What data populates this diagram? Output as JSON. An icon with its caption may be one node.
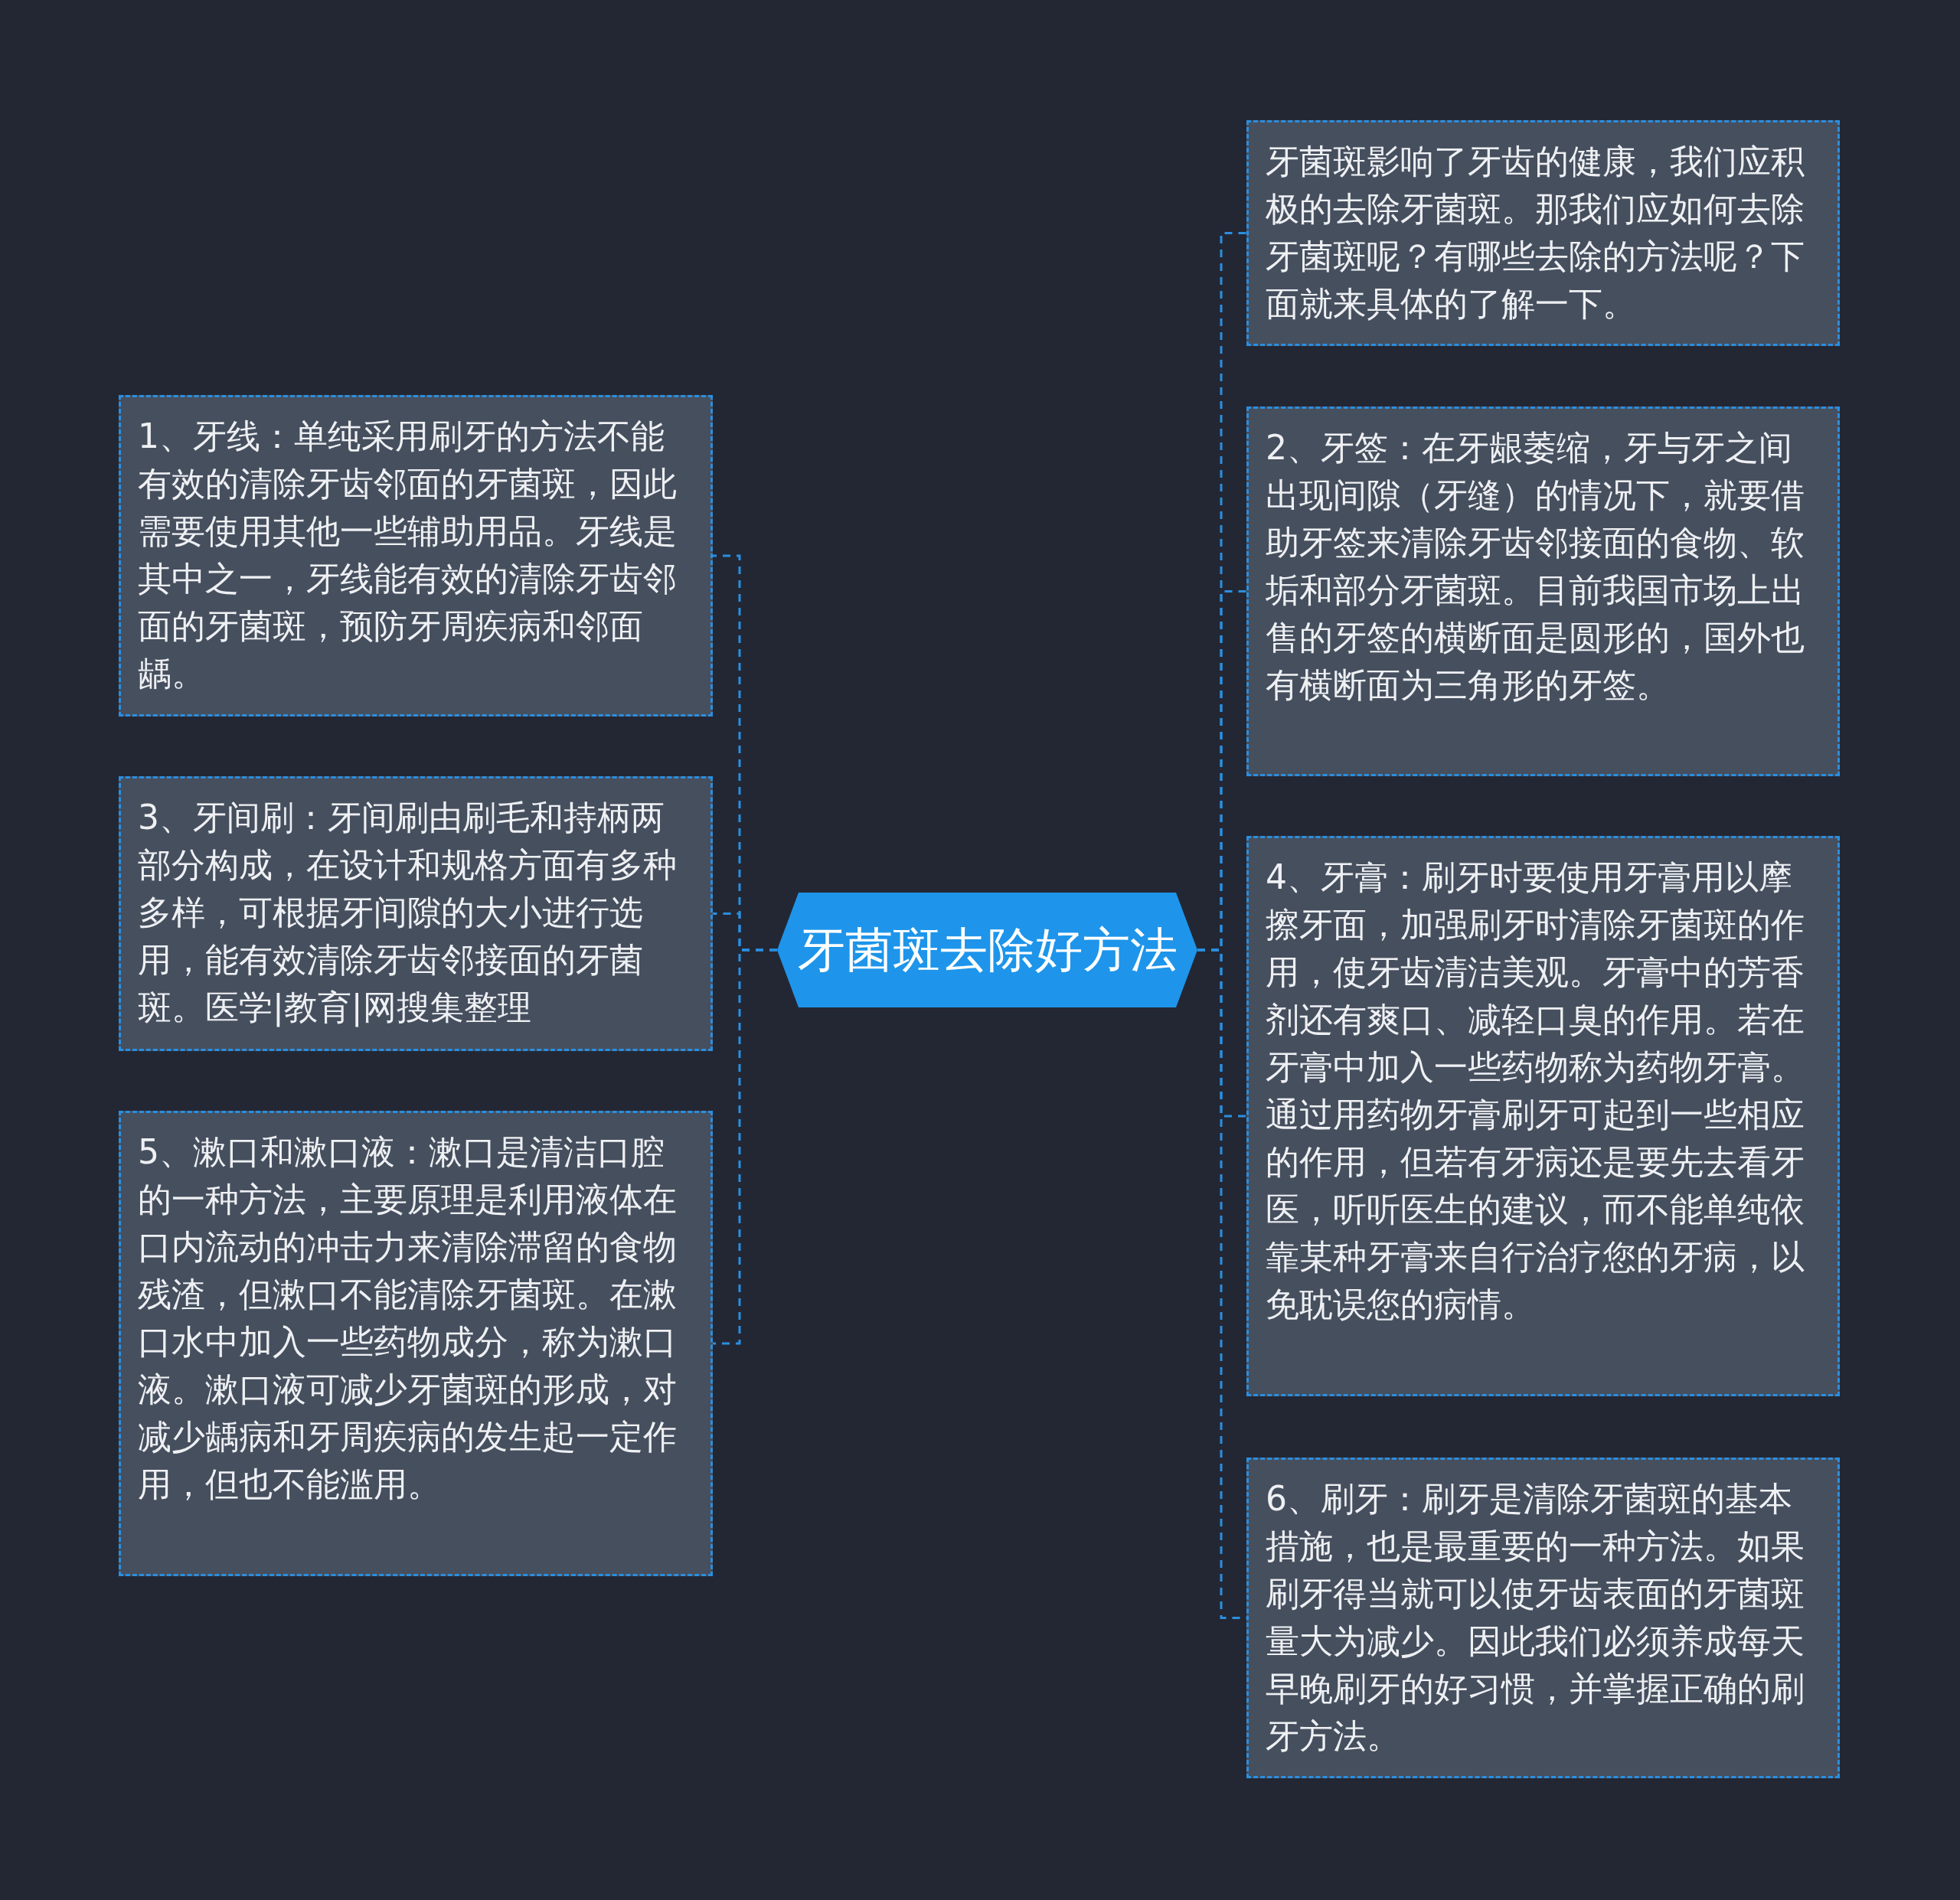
{
  "diagram": {
    "nodes": [
      {
        "text": [
          "牙菌斑去除好方法"
        ]
      },
      {
        "text": [
          "1、牙线：单纯采用刷牙的方法不能有效的清除牙齿邻面的牙菌斑，因此需要使用其他一些辅助用品。牙线是其中之一，牙线能有效的清除牙齿邻面的牙菌斑，预防牙周疾病和邻面龋。"
        ]
      },
      {
        "text": [
          "3、牙间刷：牙间刷由刷毛和持柄两部分构成，在设计和规格方面有多种多样，可根据牙间隙的大小进行选用，能有效清除牙齿邻接面的牙菌斑。医学|教育|网搜集整理"
        ]
      },
      {
        "text": [
          "5、漱口和漱口液：漱口是清洁口腔的一种方法，主要原理是利用液体在口内流动的冲击力来清除滞留的食物残渣，但漱口不能清除牙菌斑。在漱口水中加入一些药物成分，称为漱口液。漱口液可减少牙菌斑的形成，对减少龋病和牙周疾病的发生起一定作用，但也不能滥用。"
        ]
      },
      {
        "text": [
          "牙菌斑影响了牙齿的健康，我们应积极的去除牙菌斑。那我们应如何去除牙菌斑呢？有哪些去除的方法呢？下面就来具体的了解一下。"
        ]
      },
      {
        "text": [
          "2、牙签：在牙龈萎缩，牙与牙之间出现间隙（牙缝）的情况下，就要借助牙签来清除牙齿邻接面的食物、软垢和部分牙菌斑。目前我国市场上出售的牙签的横断面是圆形的，国外也有横断面为三角形的牙签。"
        ]
      },
      {
        "text": [
          "4、牙膏：刷牙时要使用牙膏用以摩擦牙面，加强刷牙时清除牙菌斑的作用，使牙齿清洁美观。牙膏中的芳香剂还有爽口、减轻口臭的作用。若在牙膏中加入一些药物称为药物牙膏。通过用药物牙膏刷牙可起到一些相应的作用，但若有牙病还是要先去看牙医，听听医生的建议，而不能单纯依靠某种牙膏来自行治疗您的牙病，以免耽误您的病情。"
        ]
      },
      {
        "text": [
          "6、刷牙：刷牙是清除牙菌斑的基本措施，也是最重要的一种方法。如果刷牙得当就可以使牙齿表面的牙菌斑量大为减少。因此我们必须养成每天早晚刷牙的好习惯，并掌握正确的刷牙方法。"
        ]
      }
    ],
    "edges": [
      {
        "from": 0,
        "to": 1,
        "arrow": "none",
        "style": "dashed"
      },
      {
        "from": 0,
        "to": 2,
        "arrow": "none",
        "style": "dashed"
      },
      {
        "from": 0,
        "to": 3,
        "arrow": "none",
        "style": "dashed"
      },
      {
        "from": 0,
        "to": 4,
        "arrow": "none",
        "style": "dashed"
      },
      {
        "from": 0,
        "to": 5,
        "arrow": "none",
        "style": "dashed"
      },
      {
        "from": 0,
        "to": 6,
        "arrow": "none",
        "style": "dashed"
      },
      {
        "from": 0,
        "to": 7,
        "arrow": "none",
        "style": "dashed"
      }
    ]
  }
}
